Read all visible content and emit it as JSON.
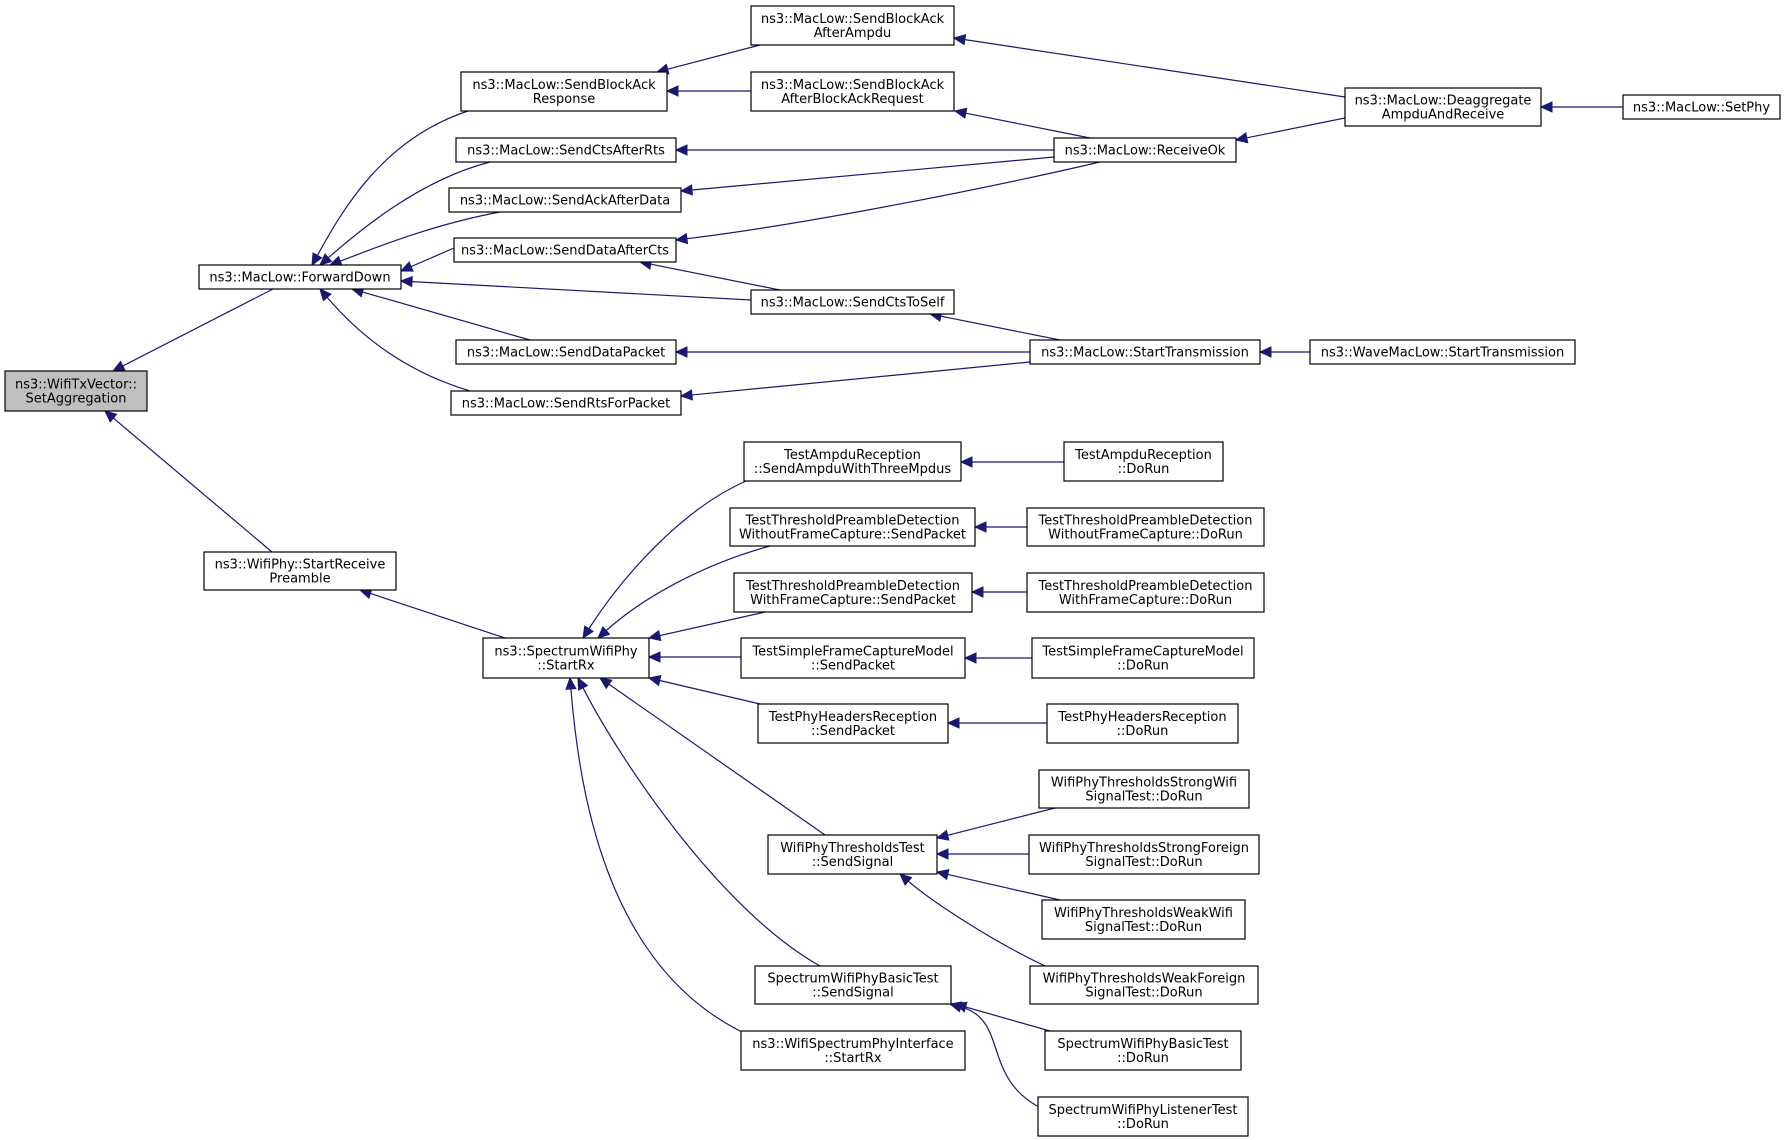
{
  "nodes": [
    {
      "id": "root",
      "lines": [
        "ns3::WifiTxVector::",
        "SetAggregation"
      ],
      "root": true
    },
    {
      "id": "forwardDown",
      "lines": [
        "ns3::MacLow::ForwardDown"
      ]
    },
    {
      "id": "startRecvPreamble",
      "lines": [
        "ns3::WifiPhy::StartReceive",
        "Preamble"
      ]
    },
    {
      "id": "sendBlockAckResponse",
      "lines": [
        "ns3::MacLow::SendBlockAck",
        "Response"
      ]
    },
    {
      "id": "sendCtsAfterRts",
      "lines": [
        "ns3::MacLow::SendCtsAfterRts"
      ]
    },
    {
      "id": "sendAckAfterData",
      "lines": [
        "ns3::MacLow::SendAckAfterData"
      ]
    },
    {
      "id": "sendDataAfterCts",
      "lines": [
        "ns3::MacLow::SendDataAfterCts"
      ]
    },
    {
      "id": "sendDataPacket",
      "lines": [
        "ns3::MacLow::SendDataPacket"
      ]
    },
    {
      "id": "sendRtsForPacket",
      "lines": [
        "ns3::MacLow::SendRtsForPacket"
      ]
    },
    {
      "id": "sendBlockAckAfterAmpdu",
      "lines": [
        "ns3::MacLow::SendBlockAck",
        "AfterAmpdu"
      ]
    },
    {
      "id": "sendBlockAckAfterBAR",
      "lines": [
        "ns3::MacLow::SendBlockAck",
        "AfterBlockAckRequest"
      ]
    },
    {
      "id": "sendCtsToSelf",
      "lines": [
        "ns3::MacLow::SendCtsToSelf"
      ]
    },
    {
      "id": "receiveOk",
      "lines": [
        "ns3::MacLow::ReceiveOk"
      ]
    },
    {
      "id": "startTransmission",
      "lines": [
        "ns3::MacLow::StartTransmission"
      ]
    },
    {
      "id": "deaggregate",
      "lines": [
        "ns3::MacLow::Deaggregate",
        "AmpduAndReceive"
      ]
    },
    {
      "id": "waveStartTransmission",
      "lines": [
        "ns3::WaveMacLow::StartTransmission"
      ]
    },
    {
      "id": "setPhy",
      "lines": [
        "ns3::MacLow::SetPhy"
      ]
    },
    {
      "id": "spectrumStartRx",
      "lines": [
        "ns3::SpectrumWifiPhy",
        "::StartRx"
      ]
    },
    {
      "id": "ampduSend",
      "lines": [
        "TestAmpduReception",
        "::SendAmpduWithThreeMpdus"
      ]
    },
    {
      "id": "ampduDoRun",
      "lines": [
        "TestAmpduReception",
        "::DoRun"
      ]
    },
    {
      "id": "threshWithoutSend",
      "lines": [
        "TestThresholdPreambleDetection",
        "WithoutFrameCapture::SendPacket"
      ]
    },
    {
      "id": "threshWithoutDoRun",
      "lines": [
        "TestThresholdPreambleDetection",
        "WithoutFrameCapture::DoRun"
      ]
    },
    {
      "id": "threshWithSend",
      "lines": [
        "TestThresholdPreambleDetection",
        "WithFrameCapture::SendPacket"
      ]
    },
    {
      "id": "threshWithDoRun",
      "lines": [
        "TestThresholdPreambleDetection",
        "WithFrameCapture::DoRun"
      ]
    },
    {
      "id": "simpleCaptureSend",
      "lines": [
        "TestSimpleFrameCaptureModel",
        "::SendPacket"
      ]
    },
    {
      "id": "simpleCaptureDoRun",
      "lines": [
        "TestSimpleFrameCaptureModel",
        "::DoRun"
      ]
    },
    {
      "id": "phyHeadersSend",
      "lines": [
        "TestPhyHeadersReception",
        "::SendPacket"
      ]
    },
    {
      "id": "phyHeadersDoRun",
      "lines": [
        "TestPhyHeadersReception",
        "::DoRun"
      ]
    },
    {
      "id": "threshTestSend",
      "lines": [
        "WifiPhyThresholdsTest",
        "::SendSignal"
      ]
    },
    {
      "id": "strongWifi",
      "lines": [
        "WifiPhyThresholdsStrongWifi",
        "SignalTest::DoRun"
      ]
    },
    {
      "id": "strongForeign",
      "lines": [
        "WifiPhyThresholdsStrongForeign",
        "SignalTest::DoRun"
      ]
    },
    {
      "id": "weakWifi",
      "lines": [
        "WifiPhyThresholdsWeakWifi",
        "SignalTest::DoRun"
      ]
    },
    {
      "id": "weakForeign",
      "lines": [
        "WifiPhyThresholdsWeakForeign",
        "SignalTest::DoRun"
      ]
    },
    {
      "id": "basicSend",
      "lines": [
        "SpectrumWifiPhyBasicTest",
        "::SendSignal"
      ]
    },
    {
      "id": "basicDoRun",
      "lines": [
        "SpectrumWifiPhyBasicTest",
        "::DoRun"
      ]
    },
    {
      "id": "listenerDoRun",
      "lines": [
        "SpectrumWifiPhyListenerTest",
        "::DoRun"
      ]
    },
    {
      "id": "ifaceStartRx",
      "lines": [
        "ns3::WifiSpectrumPhyInterface",
        "::StartRx"
      ]
    }
  ],
  "edges": [
    {
      "from": "forwardDown",
      "to": "root"
    },
    {
      "from": "startRecvPreamble",
      "to": "root"
    },
    {
      "from": "sendBlockAckResponse",
      "to": "forwardDown"
    },
    {
      "from": "sendCtsAfterRts",
      "to": "forwardDown"
    },
    {
      "from": "sendAckAfterData",
      "to": "forwardDown"
    },
    {
      "from": "sendDataAfterCts",
      "to": "forwardDown"
    },
    {
      "from": "sendCtsToSelf",
      "to": "forwardDown"
    },
    {
      "from": "sendDataPacket",
      "to": "forwardDown"
    },
    {
      "from": "sendRtsForPacket",
      "to": "forwardDown"
    },
    {
      "from": "sendBlockAckAfterAmpdu",
      "to": "sendBlockAckResponse"
    },
    {
      "from": "sendBlockAckAfterBAR",
      "to": "sendBlockAckResponse"
    },
    {
      "from": "deaggregate",
      "to": "sendBlockAckAfterAmpdu"
    },
    {
      "from": "receiveOk",
      "to": "sendBlockAckAfterBAR"
    },
    {
      "from": "receiveOk",
      "to": "sendCtsAfterRts"
    },
    {
      "from": "receiveOk",
      "to": "sendAckAfterData"
    },
    {
      "from": "receiveOk",
      "to": "sendDataAfterCts"
    },
    {
      "from": "sendCtsToSelf",
      "to": "sendDataAfterCts"
    },
    {
      "from": "deaggregate",
      "to": "receiveOk"
    },
    {
      "from": "setPhy",
      "to": "deaggregate"
    },
    {
      "from": "startTransmission",
      "to": "sendCtsToSelf"
    },
    {
      "from": "startTransmission",
      "to": "sendDataPacket"
    },
    {
      "from": "startTransmission",
      "to": "sendRtsForPacket"
    },
    {
      "from": "waveStartTransmission",
      "to": "startTransmission"
    },
    {
      "from": "spectrumStartRx",
      "to": "startRecvPreamble"
    },
    {
      "from": "ampduSend",
      "to": "spectrumStartRx"
    },
    {
      "from": "threshWithoutSend",
      "to": "spectrumStartRx"
    },
    {
      "from": "threshWithSend",
      "to": "spectrumStartRx"
    },
    {
      "from": "simpleCaptureSend",
      "to": "spectrumStartRx"
    },
    {
      "from": "phyHeadersSend",
      "to": "spectrumStartRx"
    },
    {
      "from": "threshTestSend",
      "to": "spectrumStartRx"
    },
    {
      "from": "basicSend",
      "to": "spectrumStartRx"
    },
    {
      "from": "ifaceStartRx",
      "to": "spectrumStartRx"
    },
    {
      "from": "ampduDoRun",
      "to": "ampduSend"
    },
    {
      "from": "threshWithoutDoRun",
      "to": "threshWithoutSend"
    },
    {
      "from": "threshWithDoRun",
      "to": "threshWithSend"
    },
    {
      "from": "simpleCaptureDoRun",
      "to": "simpleCaptureSend"
    },
    {
      "from": "phyHeadersDoRun",
      "to": "phyHeadersSend"
    },
    {
      "from": "strongWifi",
      "to": "threshTestSend"
    },
    {
      "from": "strongForeign",
      "to": "threshTestSend"
    },
    {
      "from": "weakWifi",
      "to": "threshTestSend"
    },
    {
      "from": "weakForeign",
      "to": "threshTestSend"
    },
    {
      "from": "basicDoRun",
      "to": "basicSend"
    },
    {
      "from": "listenerDoRun",
      "to": "basicSend"
    }
  ],
  "colors": {
    "edge": "#191970",
    "root_fill": "#bfbfbf",
    "node_fill": "#ffffff",
    "border": "#000000"
  }
}
